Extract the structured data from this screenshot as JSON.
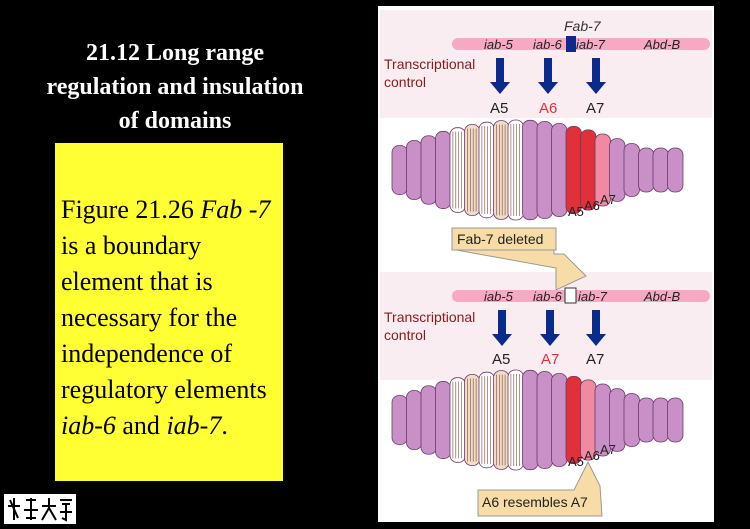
{
  "slide": {
    "title": "21.12 Long range regulation and insulation of domains",
    "caption": {
      "part1": "Figure 21.26 ",
      "part2": "Fab -7",
      "part3": " is a boundary element that is necessary for the independence of regulatory elements ",
      "part4": "iab-6",
      "part5": " and ",
      "part6": "iab-7",
      "part7": "."
    },
    "logo_text": "清华大学"
  },
  "figure": {
    "top": {
      "fab_label": "Fab-7",
      "elements": [
        "iab-5",
        "iab-6",
        "iab-7",
        "Abd-B"
      ],
      "control_label_line1": "Transcriptional",
      "control_label_line2": "control",
      "outputs": [
        "A5",
        "A6",
        "A7"
      ],
      "segment_labels": [
        "A5",
        "A6",
        "A7"
      ]
    },
    "arrow_label": "Fab-7 deleted",
    "bottom": {
      "elements": [
        "iab-5",
        "iab-6",
        "iab-7",
        "Abd-B"
      ],
      "control_label_line1": "Transcriptional",
      "control_label_line2": "control",
      "outputs": [
        "A5",
        "A7",
        "A7"
      ],
      "segment_labels": [
        "A5",
        "A6",
        "A7"
      ],
      "result_label": "A6 resembles A7"
    },
    "colors": {
      "background_fill": "#f9edf2",
      "chromosome": "#f7a8c2",
      "arrow_blue": "#0a2a8c",
      "segment_lilac": "#c98fc7",
      "segment_red": "#e0303a",
      "segment_pink": "#ef8aa0",
      "callout": "#f7dca8"
    }
  }
}
